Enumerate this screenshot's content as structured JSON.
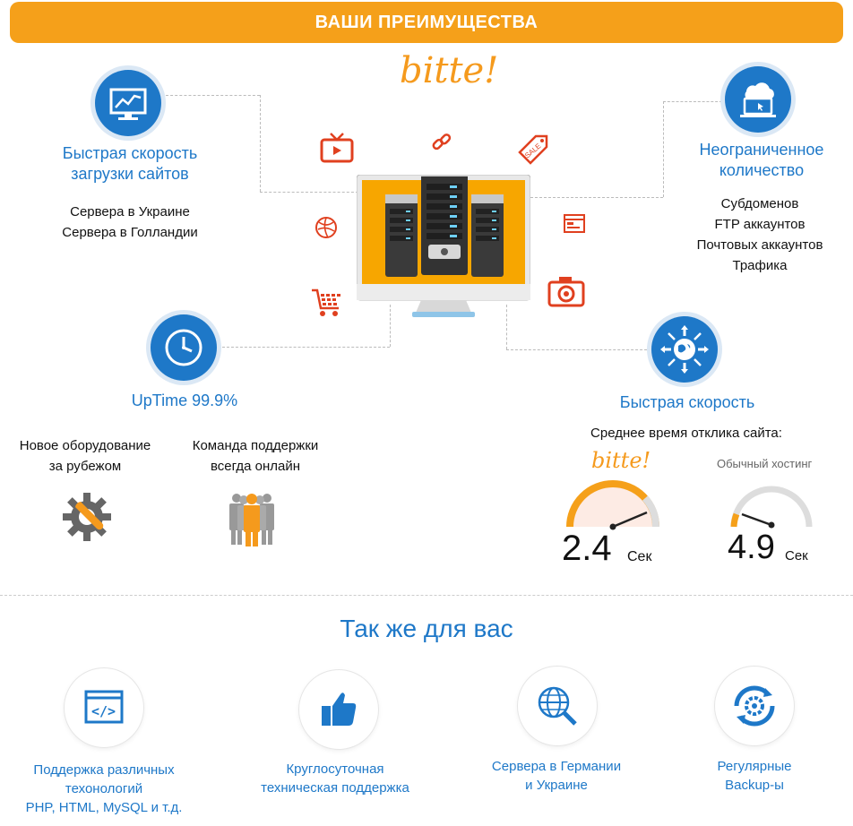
{
  "banner": {
    "title": "ВАШИ ПРЕИМУЩЕСТВА"
  },
  "logo": {
    "text": "bitte!"
  },
  "blocks": {
    "speed_load": {
      "title_l1": "Быстрая скорость",
      "title_l2": "загрузки сайтов",
      "items": [
        "Сервера в Украине",
        "Сервера в Голландии"
      ]
    },
    "unlimited": {
      "title_l1": "Неограниченное",
      "title_l2": "количество",
      "items": [
        "Субдоменов",
        "FTP аккаунтов",
        "Почтовых аккаунтов",
        "Трафика"
      ]
    },
    "uptime": {
      "title": "UpTime 99.9%",
      "col1_l1": "Новое оборудование",
      "col1_l2": "за рубежом",
      "col2_l1": "Команда поддержки",
      "col2_l2": "всегда онлайн"
    },
    "fast": {
      "title": "Быстрая скорость",
      "subtitle": "Среднее время отклика сайта:"
    }
  },
  "gauges": {
    "bitte": {
      "label": "bitte!",
      "value": "2.4",
      "unit": "Сек"
    },
    "regular": {
      "label": "Обычный хостинг",
      "value": "4.9",
      "unit": "Сек"
    }
  },
  "also": {
    "title": "Так же для вас",
    "features": [
      {
        "l1": "Поддержка различных",
        "l2": "техонологий",
        "l3": "PHP, HTML, MySQL и т.д."
      },
      {
        "l1": "Круглосуточная",
        "l2": "техническая поддержка"
      },
      {
        "l1": "Сервера в Германии",
        "l2": "и Украине"
      },
      {
        "l1": "Регулярные",
        "l2": "Backup-ы"
      }
    ]
  },
  "icons": [
    "chart-monitor-icon",
    "cloud-laptop-icon",
    "clock-icon",
    "globe-arrows-icon",
    "gear-wrench-icon",
    "team-icon",
    "code-window-icon",
    "thumbs-up-icon",
    "globe-search-icon",
    "backup-icon",
    "tv-icon",
    "link-icon",
    "sale-tag-icon",
    "browser-icon",
    "camera-icon",
    "cart-icon",
    "ball-icon",
    "servers-icon"
  ],
  "colors": {
    "orange": "#f5a01a",
    "blue": "#1e78c8",
    "red": "#e0401f"
  }
}
